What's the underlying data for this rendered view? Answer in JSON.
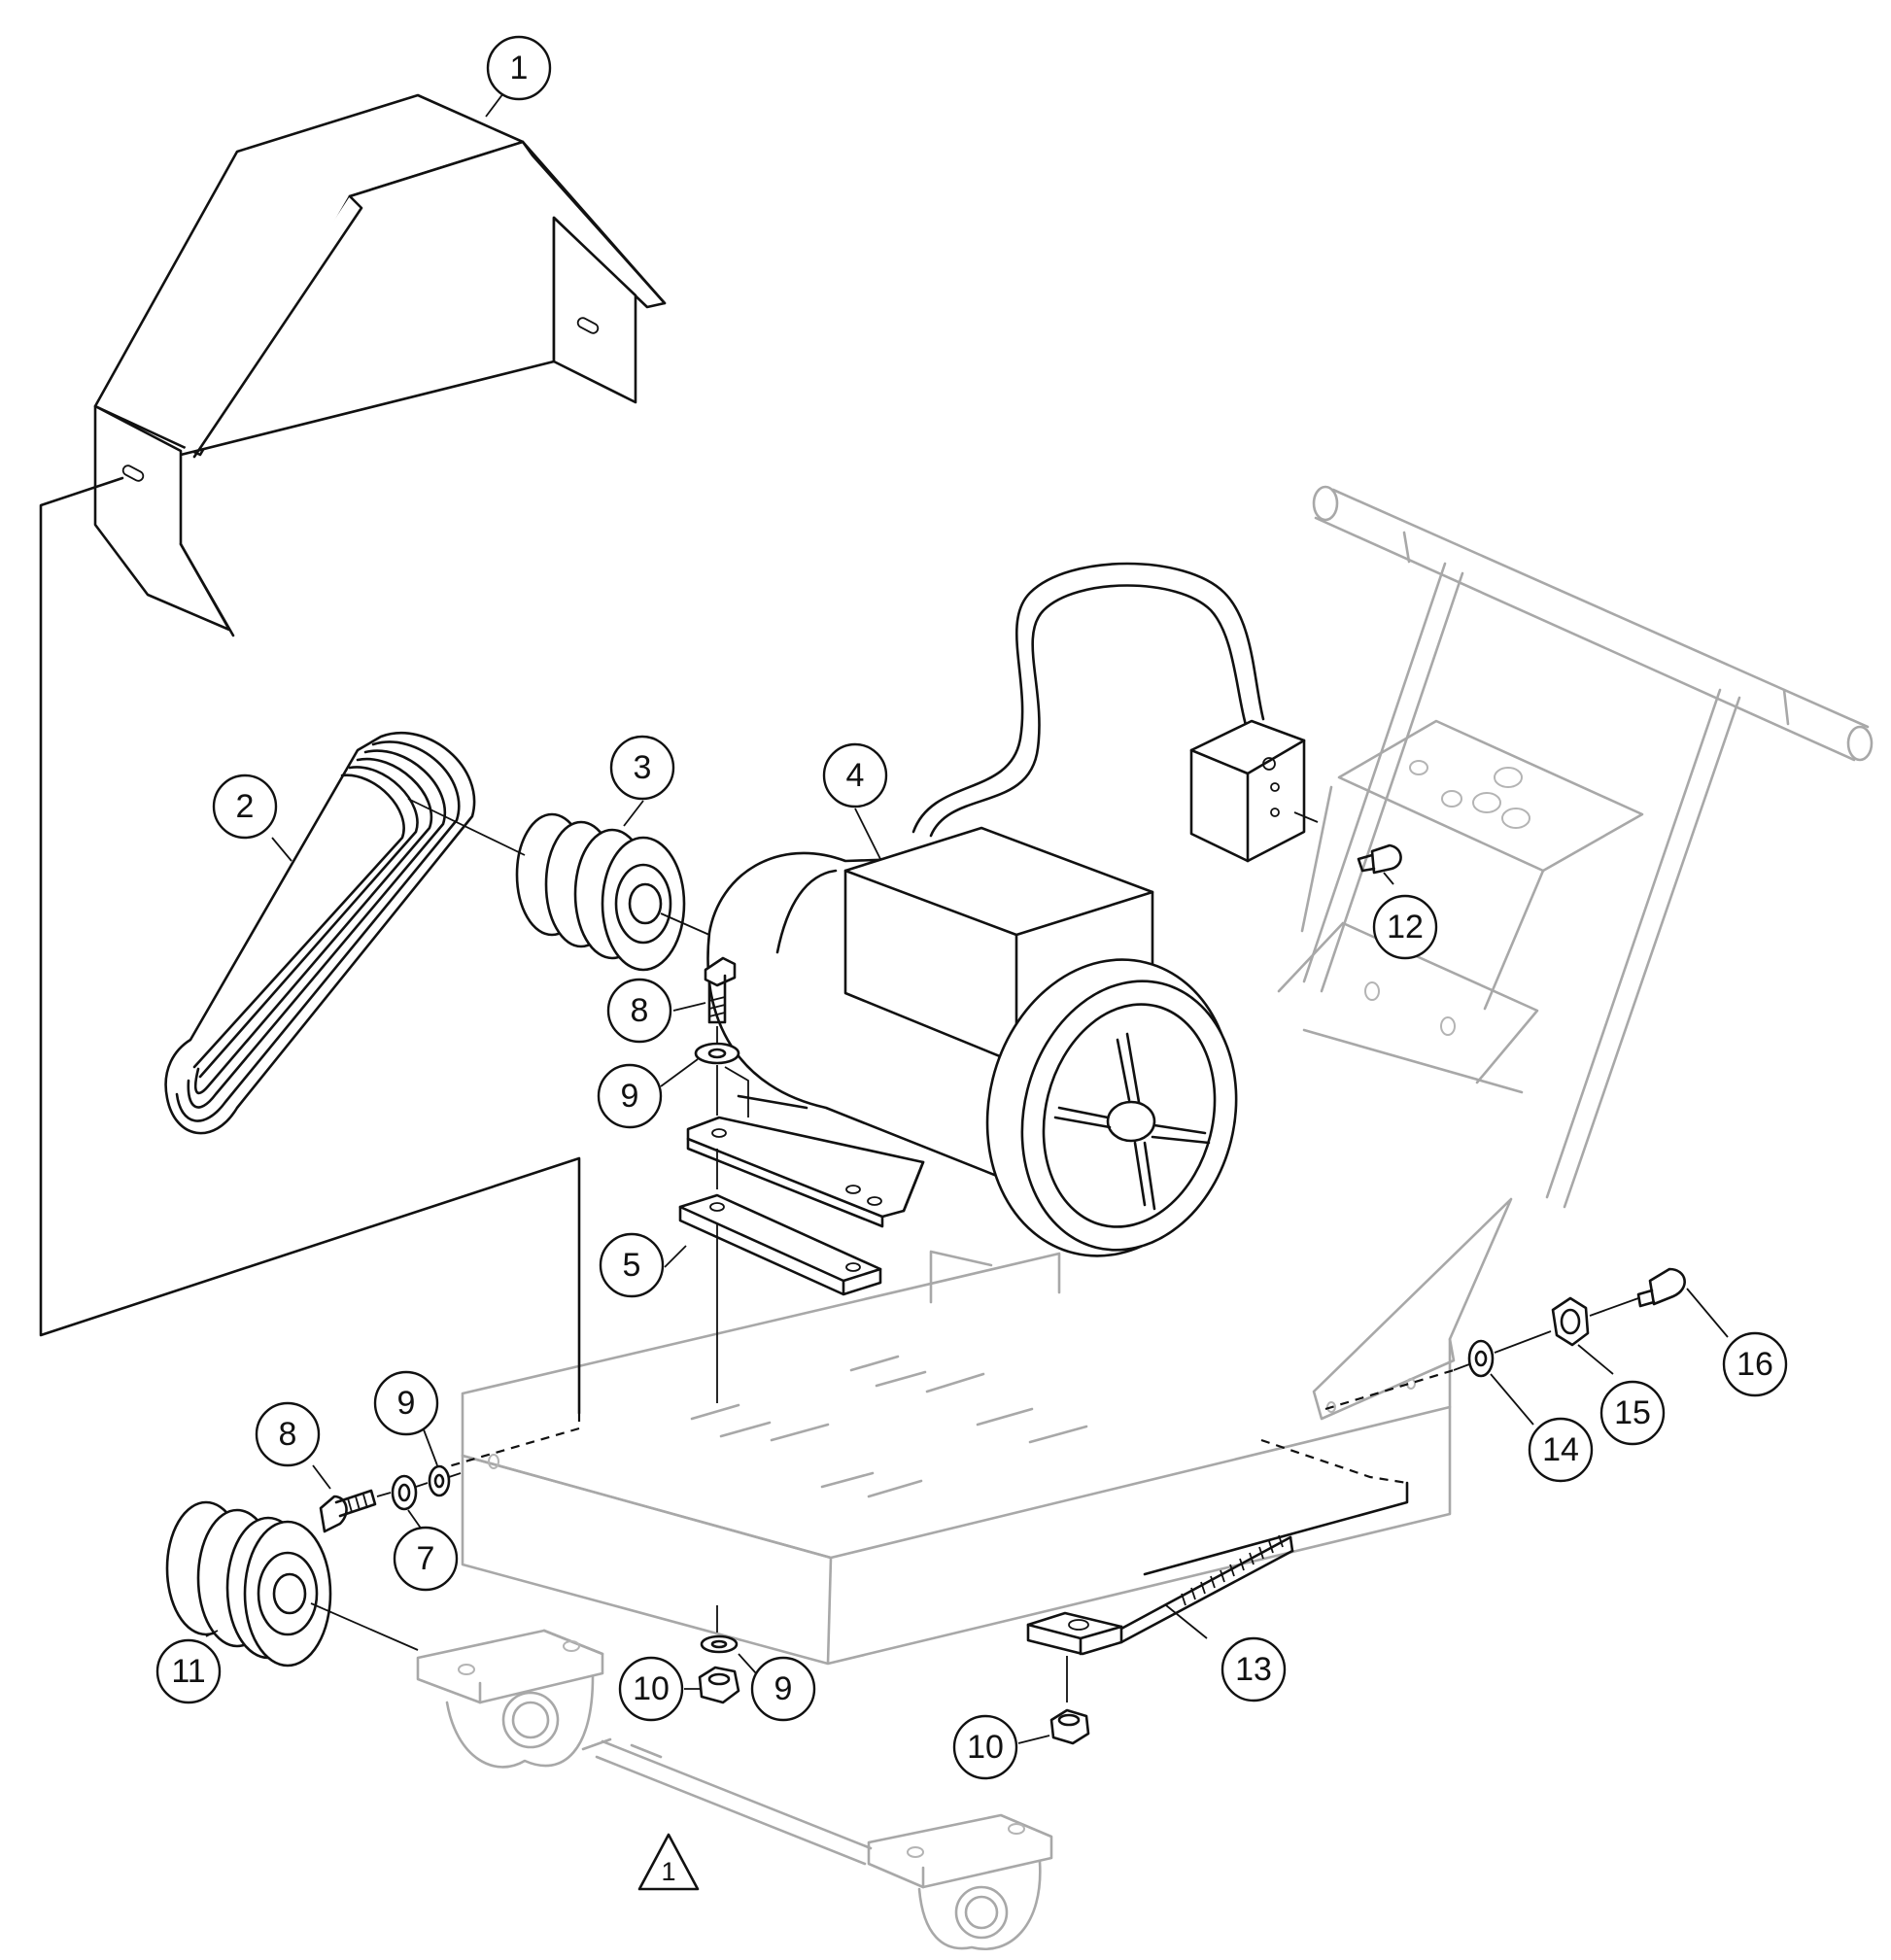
{
  "callouts": [
    {
      "id": "c1",
      "label": "1"
    },
    {
      "id": "c2",
      "label": "2"
    },
    {
      "id": "c3",
      "label": "3"
    },
    {
      "id": "c4",
      "label": "4"
    },
    {
      "id": "c5",
      "label": "5"
    },
    {
      "id": "c7",
      "label": "7"
    },
    {
      "id": "c8a",
      "label": "8"
    },
    {
      "id": "c8b",
      "label": "8"
    },
    {
      "id": "c9a",
      "label": "9"
    },
    {
      "id": "c9b",
      "label": "9"
    },
    {
      "id": "c9c",
      "label": "9"
    },
    {
      "id": "c10a",
      "label": "10"
    },
    {
      "id": "c10b",
      "label": "10"
    },
    {
      "id": "c11",
      "label": "11"
    },
    {
      "id": "c12",
      "label": "12"
    },
    {
      "id": "c13",
      "label": "13"
    },
    {
      "id": "c14",
      "label": "14"
    },
    {
      "id": "c15",
      "label": "15"
    },
    {
      "id": "c16",
      "label": "16"
    }
  ],
  "note_triangle": {
    "label": "1"
  }
}
